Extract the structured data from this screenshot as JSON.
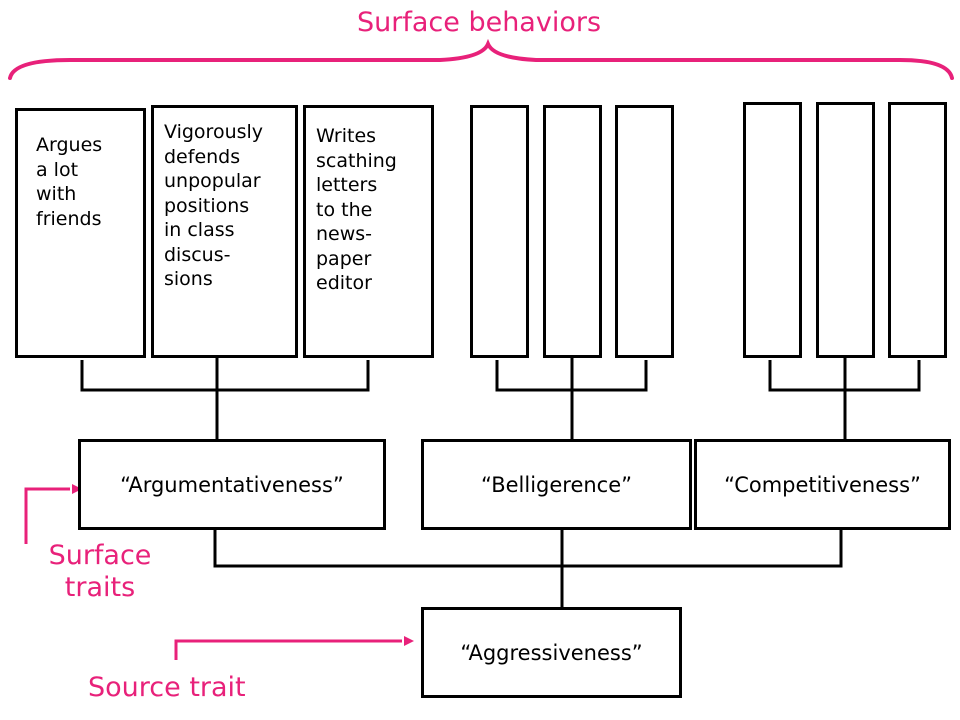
{
  "colors": {
    "accent": "#e8217a",
    "ink": "#000000"
  },
  "labels": {
    "surface_behaviors": "Surface behaviors",
    "surface_traits_line1": "Surface",
    "surface_traits_line2": "traits",
    "source_trait": "Source trait"
  },
  "behaviors": [
    "Argues\na lot\nwith\nfriends",
    "Vigorously\ndefends\nunpopular\npositions\nin class\ndiscus-\nsions",
    "Writes\nscathing\nletters\nto the\nnews-\npaper\neditor"
  ],
  "traits": {
    "argumentativeness": "“Argumentativeness”",
    "belligerence": "“Belligerence”",
    "competitiveness": "“Competitiveness”",
    "aggressiveness": "“Aggressiveness”"
  }
}
